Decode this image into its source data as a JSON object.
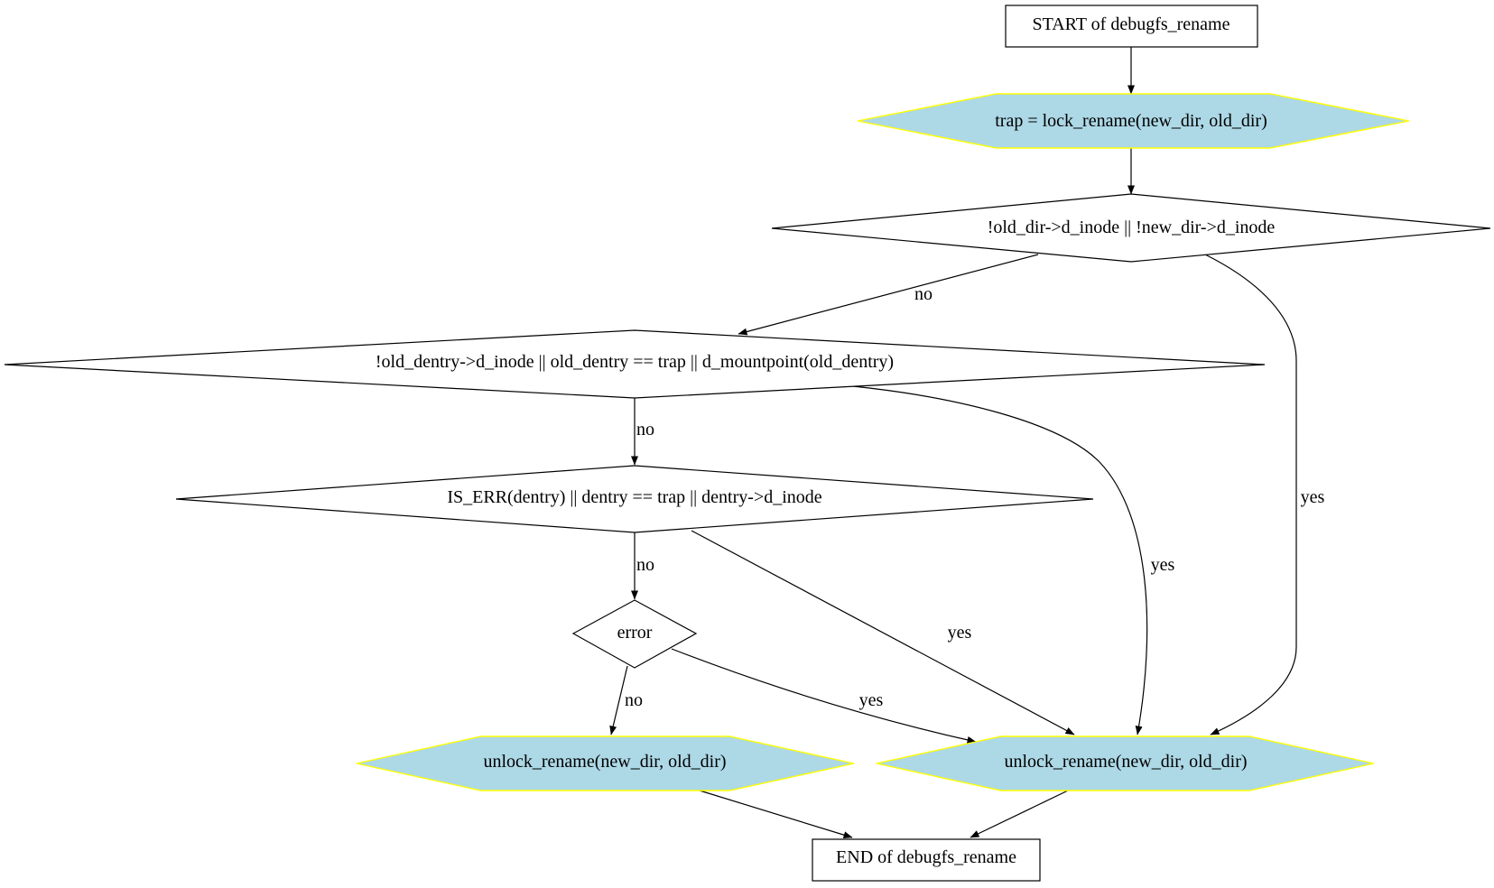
{
  "diagram": {
    "colors": {
      "process_fill": "#add8e6",
      "process_stroke": "#ffff00",
      "line": "#000000",
      "background": "#ffffff"
    },
    "nodes": {
      "start": "START of debugfs_rename",
      "lock": "trap = lock_rename(new_dir, old_dir)",
      "check_inodes": "!old_dir->d_inode || !new_dir->d_inode",
      "check_old_dentry": "!old_dentry->d_inode || old_dentry == trap || d_mountpoint(old_dentry)",
      "check_dentry": "IS_ERR(dentry) || dentry == trap || dentry->d_inode",
      "error": "error",
      "unlock_left": "unlock_rename(new_dir, old_dir)",
      "unlock_right": "unlock_rename(new_dir, old_dir)",
      "end": "END of debugfs_rename"
    },
    "edge_labels": {
      "inodes_no": "no",
      "inodes_yes": "yes",
      "old_dentry_no": "no",
      "old_dentry_yes": "yes",
      "dentry_no": "no",
      "dentry_yes": "yes",
      "error_no": "no",
      "error_yes": "yes"
    }
  }
}
